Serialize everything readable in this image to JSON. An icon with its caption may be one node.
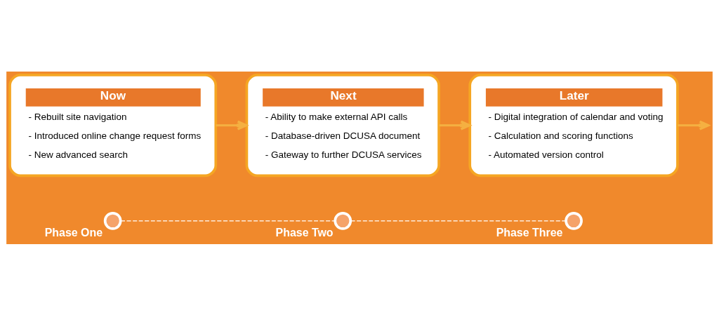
{
  "diagram": {
    "nodes": [
      {
        "text": [
          "Now",
          "- Rebuilt site navigation",
          "- Introduced online change request forms",
          "- New advanced search"
        ]
      },
      {
        "text": [
          "Next",
          "- Ability to make external API calls",
          "- Database-driven DCUSA document",
          "- Gateway to further DCUSA services"
        ]
      },
      {
        "text": [
          "Later",
          "- Digital integration of calendar and voting",
          "- Calculation and scoring functions",
          "- Automated version control"
        ]
      },
      {
        "text": [],
        "shape": "circle",
        "beside": [
          "Phase One"
        ]
      },
      {
        "text": [],
        "shape": "circle",
        "beside": [
          "Phase Two"
        ]
      },
      {
        "text": [],
        "shape": "circle",
        "beside": [
          "Phase Three"
        ]
      }
    ],
    "edges": [
      {
        "from": 0,
        "to": 1,
        "arrow": "to"
      },
      {
        "from": 1,
        "to": 2,
        "arrow": "to"
      },
      {
        "from": 2,
        "to": null,
        "arrow": "to"
      },
      {
        "from": 3,
        "to": 4,
        "arrow": "none",
        "style": "dashed",
        "color": "#ffffff"
      },
      {
        "from": 4,
        "to": 5,
        "arrow": "none",
        "style": "dashed",
        "color": "#ffffff"
      }
    ]
  }
}
